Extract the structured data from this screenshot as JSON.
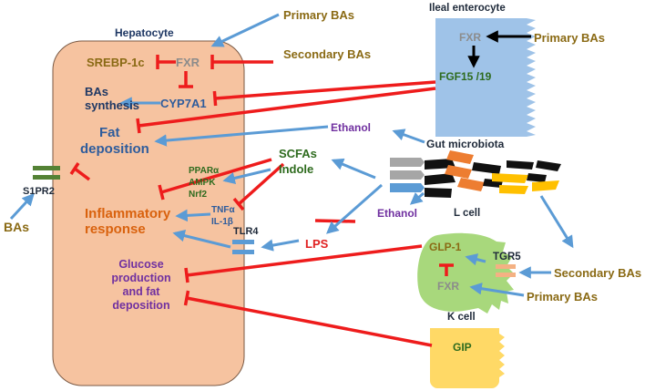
{
  "colors": {
    "hepatocyte_fill": "#f6c3a0",
    "hepatocyte_stroke": "#7a5a45",
    "enterocyte_fill": "#9fc3e8",
    "lcell_fill": "#a8d87c",
    "kcell_fill": "#ffd966",
    "inhibit": "#ee1c1c",
    "activate": "#5b9bd5",
    "brown_text": "#8a6a14",
    "navy_text": "#1f3864",
    "blue_text": "#2e5c9c",
    "orange_text": "#d9620e",
    "green_text": "#2e6b1e",
    "purple_text": "#7030a0",
    "red_text": "#e02020",
    "grey_text": "#8c8c8c",
    "s1pr2_green": "#548235",
    "tlr4_blue": "#5b9bd5",
    "tgr5_peach": "#f4b183"
  },
  "hepatocyte": {
    "title": "Hepatocyte",
    "srebp": "SREBP-1c",
    "fxr": "FXR",
    "cyp7a1": "CYP7A1",
    "bas_synthesis_1": "BAs",
    "bas_synthesis_2": "synthesis",
    "fat_dep_1": "Fat",
    "fat_dep_2": "deposition",
    "ppar": "PPARα",
    "ampk": "AMPK",
    "nrf2": "Nrf2",
    "tnf": "TNFα",
    "il1b": "IL-1β",
    "inflam_1": "Inflammatory",
    "inflam_2": "response",
    "glucose_1": "Glucose",
    "glucose_2": "production",
    "glucose_3": "and fat",
    "glucose_4": "deposition",
    "tlr4": "TLR4"
  },
  "receptor": {
    "s1pr2": "S1PR2",
    "bas": "BAs"
  },
  "left_inputs": {
    "primary_bas": "Primary BAs",
    "secondary_bas": "Secondary BAs"
  },
  "enterocyte": {
    "title": "Ileal enterocyte",
    "fxr": "FXR",
    "fgf": "FGF15 /19",
    "primary_bas": "Primary BAs"
  },
  "microbiota": {
    "ethanol_top": "Ethanol",
    "gut": "Gut microbiota",
    "scfas": "SCFAs",
    "indole": "Indole",
    "ethanol_low": "Ethanol",
    "lps": "LPS"
  },
  "lcell": {
    "title": "L cell",
    "glp1": "GLP-1",
    "tgr5": "TGR5",
    "fxr": "FXR",
    "secondary_bas": "Secondary BAs",
    "primary_bas": "Primary BAs"
  },
  "kcell": {
    "title": "K cell",
    "gip": "GIP"
  }
}
